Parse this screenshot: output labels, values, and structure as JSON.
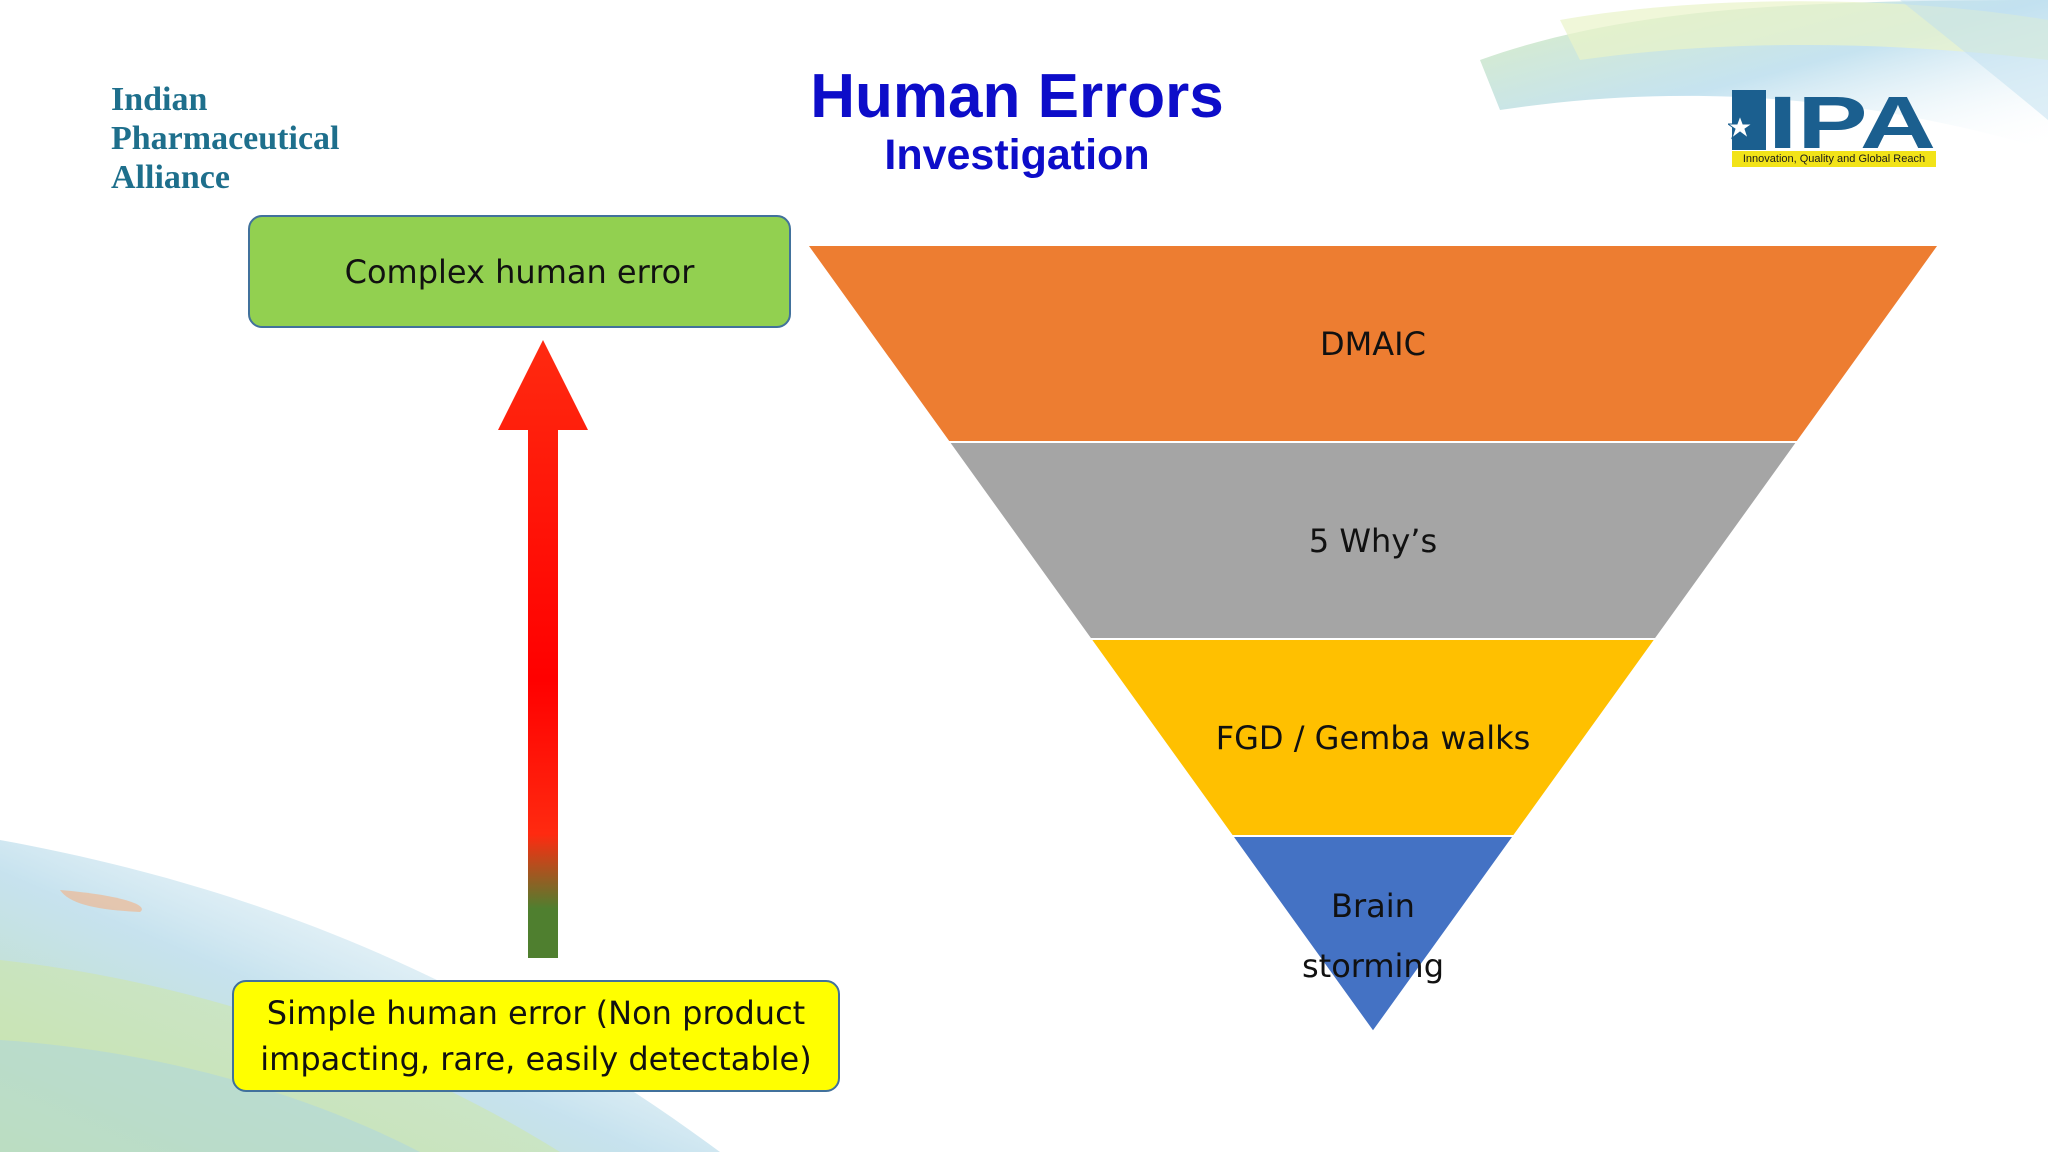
{
  "header": {
    "org_name_lines": [
      "Indian",
      "Pharmaceutical",
      "Alliance"
    ],
    "title": "Human Errors",
    "subtitle": "Investigation",
    "logo_text": "IPA",
    "logo_tagline": "Innovation, Quality and Global Reach"
  },
  "diagram": {
    "top_box": "Complex human error",
    "bottom_box": "Simple human error (Non product impacting, rare, easily detectable)",
    "funnel_levels": [
      {
        "label": "DMAIC",
        "color": "#ed7d31"
      },
      {
        "label": "5 Why’s",
        "color": "#a5a5a5"
      },
      {
        "label": "FGD / Gemba walks",
        "color": "#ffc000"
      },
      {
        "label": "Brain storming",
        "color": "#4472c4"
      }
    ],
    "arrow_colors": {
      "top": "#ff2a10",
      "middle": "#ff0000",
      "bottom": "#4f7f2f"
    }
  }
}
